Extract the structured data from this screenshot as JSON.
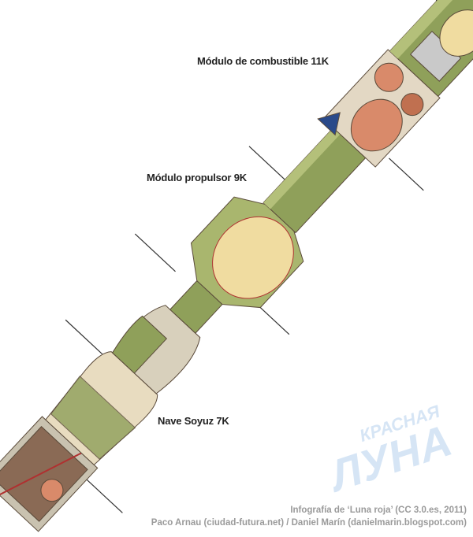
{
  "labels": {
    "fuel_module": "Módulo de combustible 11K",
    "propulsion_module": "Módulo propulsor 9K",
    "soyuz": "Nave Soyuz 7K"
  },
  "watermark": {
    "line1": "КРАСНАЯ",
    "line2": "ЛУНА"
  },
  "credits": {
    "line1": "Infografía de ‘Luna roja’ (CC 3.0.es, 2011)",
    "line2": "Paco Arnau (ciudad-futura.net) / Daniel Marín (danielmarin.blogspot.com)"
  },
  "colors": {
    "hull_green": "#8fa05a",
    "tank_cream": "#f0dca0",
    "engine_red": "#d98a6a",
    "watermark_blue": "#cfe0f2"
  }
}
